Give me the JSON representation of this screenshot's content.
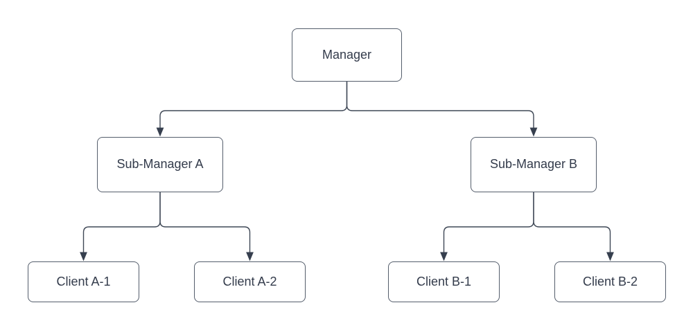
{
  "diagram": {
    "type": "org-chart",
    "nodes": [
      {
        "id": "manager",
        "label": "Manager"
      },
      {
        "id": "sub-manager-a",
        "label": "Sub-Manager A"
      },
      {
        "id": "sub-manager-b",
        "label": "Sub-Manager B"
      },
      {
        "id": "client-a1",
        "label": "Client A-1"
      },
      {
        "id": "client-a2",
        "label": "Client A-2"
      },
      {
        "id": "client-b1",
        "label": "Client B-1"
      },
      {
        "id": "client-b2",
        "label": "Client B-2"
      }
    ],
    "edges": [
      {
        "from": "Manager",
        "to": "Sub-Manager A",
        "arrow": "filled-triangle"
      },
      {
        "from": "Manager",
        "to": "Sub-Manager B",
        "arrow": "filled-triangle"
      },
      {
        "from": "Sub-Manager A",
        "to": "Client A-1",
        "arrow": "filled-triangle"
      },
      {
        "from": "Sub-Manager A",
        "to": "Client A-2",
        "arrow": "filled-triangle"
      },
      {
        "from": "Sub-Manager B",
        "to": "Client B-1",
        "arrow": "filled-triangle"
      },
      {
        "from": "Sub-Manager B",
        "to": "Client B-2",
        "arrow": "filled-triangle"
      }
    ],
    "colors": {
      "node_fill": "#ffffff",
      "node_border": "#545d6b",
      "text": "#333b4b",
      "connector": "#3f4856",
      "arrow": "#363f4e"
    }
  }
}
